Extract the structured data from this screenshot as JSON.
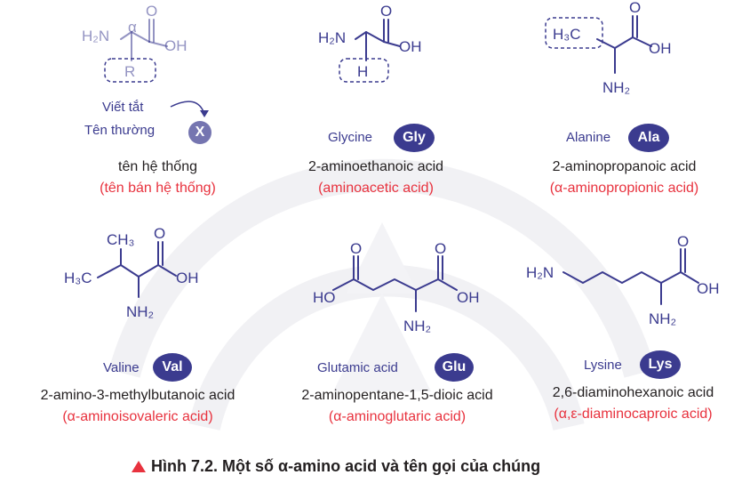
{
  "legend": {
    "abbrev_label": "Viết tắt",
    "common_label": "Tên thường",
    "badge": "X",
    "systematic": "tên hệ thống",
    "semi": "(tên bán hệ thống)",
    "struct": {
      "nh2": "H₂N",
      "alpha": "α",
      "o": "O",
      "oh": "OH",
      "r": "R"
    }
  },
  "amino_acids": [
    {
      "name": "Glycine",
      "abbr": "Gly",
      "systematic": "2-aminoethanoic acid",
      "common": "(aminoacetic acid)",
      "struct": {
        "nh2": "H₂N",
        "o": "O",
        "oh": "OH",
        "side": "H"
      }
    },
    {
      "name": "Alanine",
      "abbr": "Ala",
      "systematic": "2-aminopropanoic acid",
      "common": "(α-aminopropionic acid)",
      "struct": {
        "nh2": "NH₂",
        "o": "O",
        "oh": "OH",
        "side": "H₃C"
      }
    },
    {
      "name": "Valine",
      "abbr": "Val",
      "systematic": "2-amino-3-methylbutanoic acid",
      "common": "(α-aminoisovaleric acid)",
      "struct": {
        "nh2": "NH₂",
        "o": "O",
        "oh": "OH",
        "ch3": "CH₃",
        "h3c": "H₃C"
      }
    },
    {
      "name": "Glutamic acid",
      "abbr": "Glu",
      "systematic": "2-aminopentane-1,5-dioic acid",
      "common": "(α-aminoglutaric acid)",
      "struct": {
        "nh2": "NH₂",
        "o": "O",
        "oh": "OH",
        "ho": "HO"
      }
    },
    {
      "name": "Lysine",
      "abbr": "Lys",
      "systematic": "2,6-diaminohexanoic acid",
      "common": "(α,ε-diaminocaproic acid)",
      "struct": {
        "nh2": "NH₂",
        "h2n": "H₂N",
        "o": "O",
        "oh": "OH"
      }
    }
  ],
  "caption": {
    "text": "Hình 7.2. Một số α-amino acid và tên gọi của chúng"
  },
  "colors": {
    "molecule": "#3b3b8f",
    "common_name": "#e8323e",
    "badge_bg": "#3b3b8f",
    "watermark": "#f1f1f4"
  }
}
